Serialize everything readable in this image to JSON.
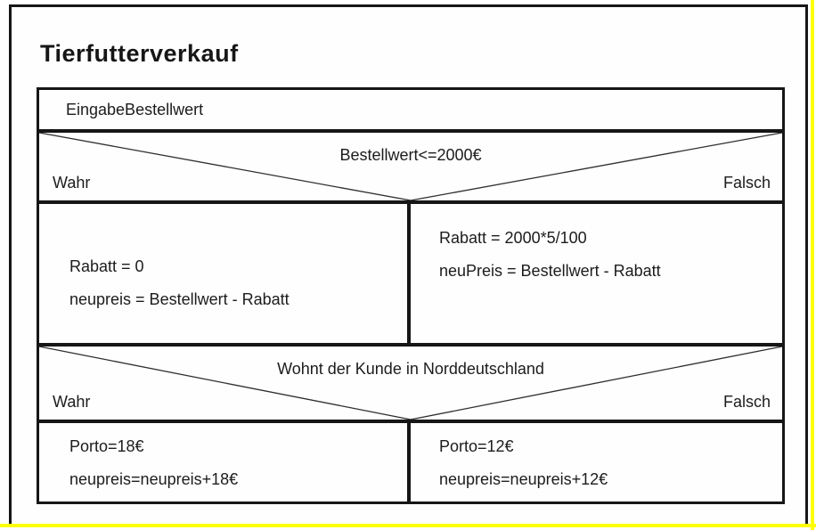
{
  "page": {
    "title": "Tierfutterverkauf"
  },
  "colors": {
    "accent_yellow": "#ffff00",
    "line_black": "#161616"
  },
  "diagram": {
    "type": "nassi-shneiderman-structogram",
    "input_step": "EingabeBestellwert",
    "decision1": {
      "condition": "Bestellwert<=2000€",
      "true_label": "Wahr",
      "false_label": "Falsch",
      "true_branch": [
        "Rabatt = 0",
        "neupreis = Bestellwert - Rabatt"
      ],
      "false_branch": [
        "Rabatt = 2000*5/100",
        "neuPreis = Bestellwert - Rabatt"
      ]
    },
    "decision2": {
      "condition": "Wohnt der Kunde in Norddeutschland",
      "true_label": "Wahr",
      "false_label": "Falsch",
      "true_branch": [
        "Porto=18€",
        "neupreis=neupreis+18€"
      ],
      "false_branch": [
        "Porto=12€",
        "neupreis=neupreis+12€"
      ]
    }
  }
}
